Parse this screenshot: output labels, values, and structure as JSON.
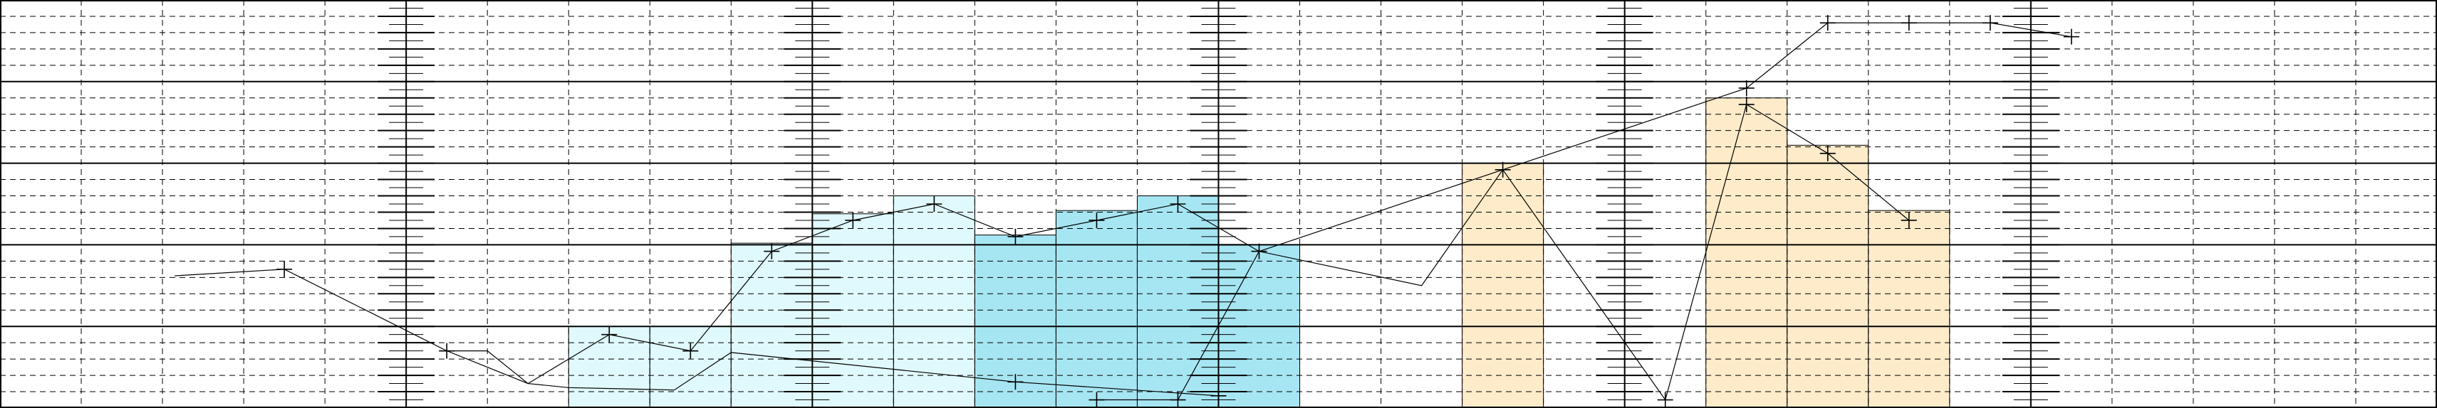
{
  "chart_data": {
    "type": "bar",
    "title": "",
    "xlabel": "",
    "ylabel": "",
    "x_range": [
      0,
      30
    ],
    "ylim": [
      0,
      5
    ],
    "grid": true,
    "minor_grid": true,
    "colors": {
      "light_cyan": "#e0f9fc",
      "cyan": "#a6e6f2",
      "peach": "#fdebc9",
      "line": "#000000",
      "background": "#ffffff"
    },
    "bar_groups": [
      {
        "color": "light_cyan",
        "bars": [
          {
            "x0": 7.0,
            "x1": 8.0,
            "value": 1.0
          },
          {
            "x0": 8.0,
            "x1": 9.0,
            "value": 1.0
          },
          {
            "x0": 9.0,
            "x1": 10.0,
            "value": 2.02
          },
          {
            "x0": 10.0,
            "x1": 11.0,
            "value": 2.38
          },
          {
            "x0": 11.0,
            "x1": 12.0,
            "value": 2.6
          }
        ]
      },
      {
        "color": "cyan",
        "bars": [
          {
            "x0": 12.0,
            "x1": 13.0,
            "value": 2.12
          },
          {
            "x0": 13.0,
            "x1": 14.0,
            "value": 2.42
          },
          {
            "x0": 14.0,
            "x1": 15.0,
            "value": 2.6
          },
          {
            "x0": 15.0,
            "x1": 16.0,
            "value": 2.0
          }
        ]
      },
      {
        "color": "peach",
        "bars": [
          {
            "x0": 18.0,
            "x1": 19.0,
            "value": 3.0
          },
          {
            "x0": 21.0,
            "x1": 22.0,
            "value": 3.8
          },
          {
            "x0": 22.0,
            "x1": 23.0,
            "value": 3.22
          },
          {
            "x0": 23.0,
            "x1": 24.0,
            "value": 2.42
          }
        ]
      }
    ],
    "series": [
      {
        "points": [
          [
            2.15,
            1.62
          ],
          [
            3.5,
            1.7
          ],
          [
            5.5,
            0.7
          ],
          [
            6.0,
            0.7
          ],
          [
            6.5,
            0.3
          ],
          [
            7.0,
            0.25
          ],
          [
            8.3,
            0.22
          ],
          [
            9.0,
            0.68
          ],
          [
            12.5,
            0.32
          ],
          [
            15.0,
            0.15
          ]
        ],
        "markers": [
          [
            3.5,
            1.7
          ],
          [
            5.5,
            0.7
          ],
          [
            12.5,
            0.32
          ],
          [
            15.0,
            0.15
          ]
        ]
      },
      {
        "points": [
          [
            5.5,
            0.7
          ],
          [
            6.5,
            0.3
          ],
          [
            7.5,
            0.9
          ],
          [
            8.5,
            0.7
          ],
          [
            9.5,
            1.92
          ],
          [
            10.5,
            2.3
          ],
          [
            11.5,
            2.5
          ],
          [
            12.5,
            2.1
          ],
          [
            13.5,
            2.3
          ],
          [
            14.5,
            2.5
          ],
          [
            15.5,
            1.92
          ],
          [
            17.5,
            1.5
          ],
          [
            18.5,
            2.92
          ],
          [
            20.5,
            0.1
          ],
          [
            21.5,
            3.72
          ],
          [
            22.5,
            3.12
          ],
          [
            23.5,
            2.3
          ]
        ],
        "markers": [
          [
            7.5,
            0.9
          ],
          [
            8.5,
            0.7
          ],
          [
            9.5,
            1.92
          ],
          [
            10.5,
            2.3
          ],
          [
            11.5,
            2.5
          ],
          [
            12.5,
            2.1
          ],
          [
            13.5,
            2.3
          ],
          [
            14.5,
            2.5
          ],
          [
            15.5,
            1.92
          ],
          [
            18.5,
            2.92
          ],
          [
            20.5,
            0.1
          ],
          [
            21.5,
            3.72
          ],
          [
            22.5,
            3.12
          ],
          [
            23.5,
            2.3
          ]
        ]
      },
      {
        "points": [
          [
            13.5,
            0.1
          ],
          [
            14.5,
            0.1
          ],
          [
            15.5,
            1.92
          ],
          [
            21.5,
            3.92
          ],
          [
            22.5,
            4.72
          ],
          [
            23.5,
            4.72
          ],
          [
            24.5,
            4.72
          ],
          [
            25.5,
            4.55
          ]
        ],
        "markers": [
          [
            13.5,
            0.1
          ],
          [
            14.5,
            0.1
          ],
          [
            21.5,
            3.92
          ],
          [
            22.5,
            4.72
          ],
          [
            23.5,
            4.72
          ],
          [
            24.5,
            4.72
          ],
          [
            25.5,
            4.55
          ]
        ]
      }
    ]
  }
}
